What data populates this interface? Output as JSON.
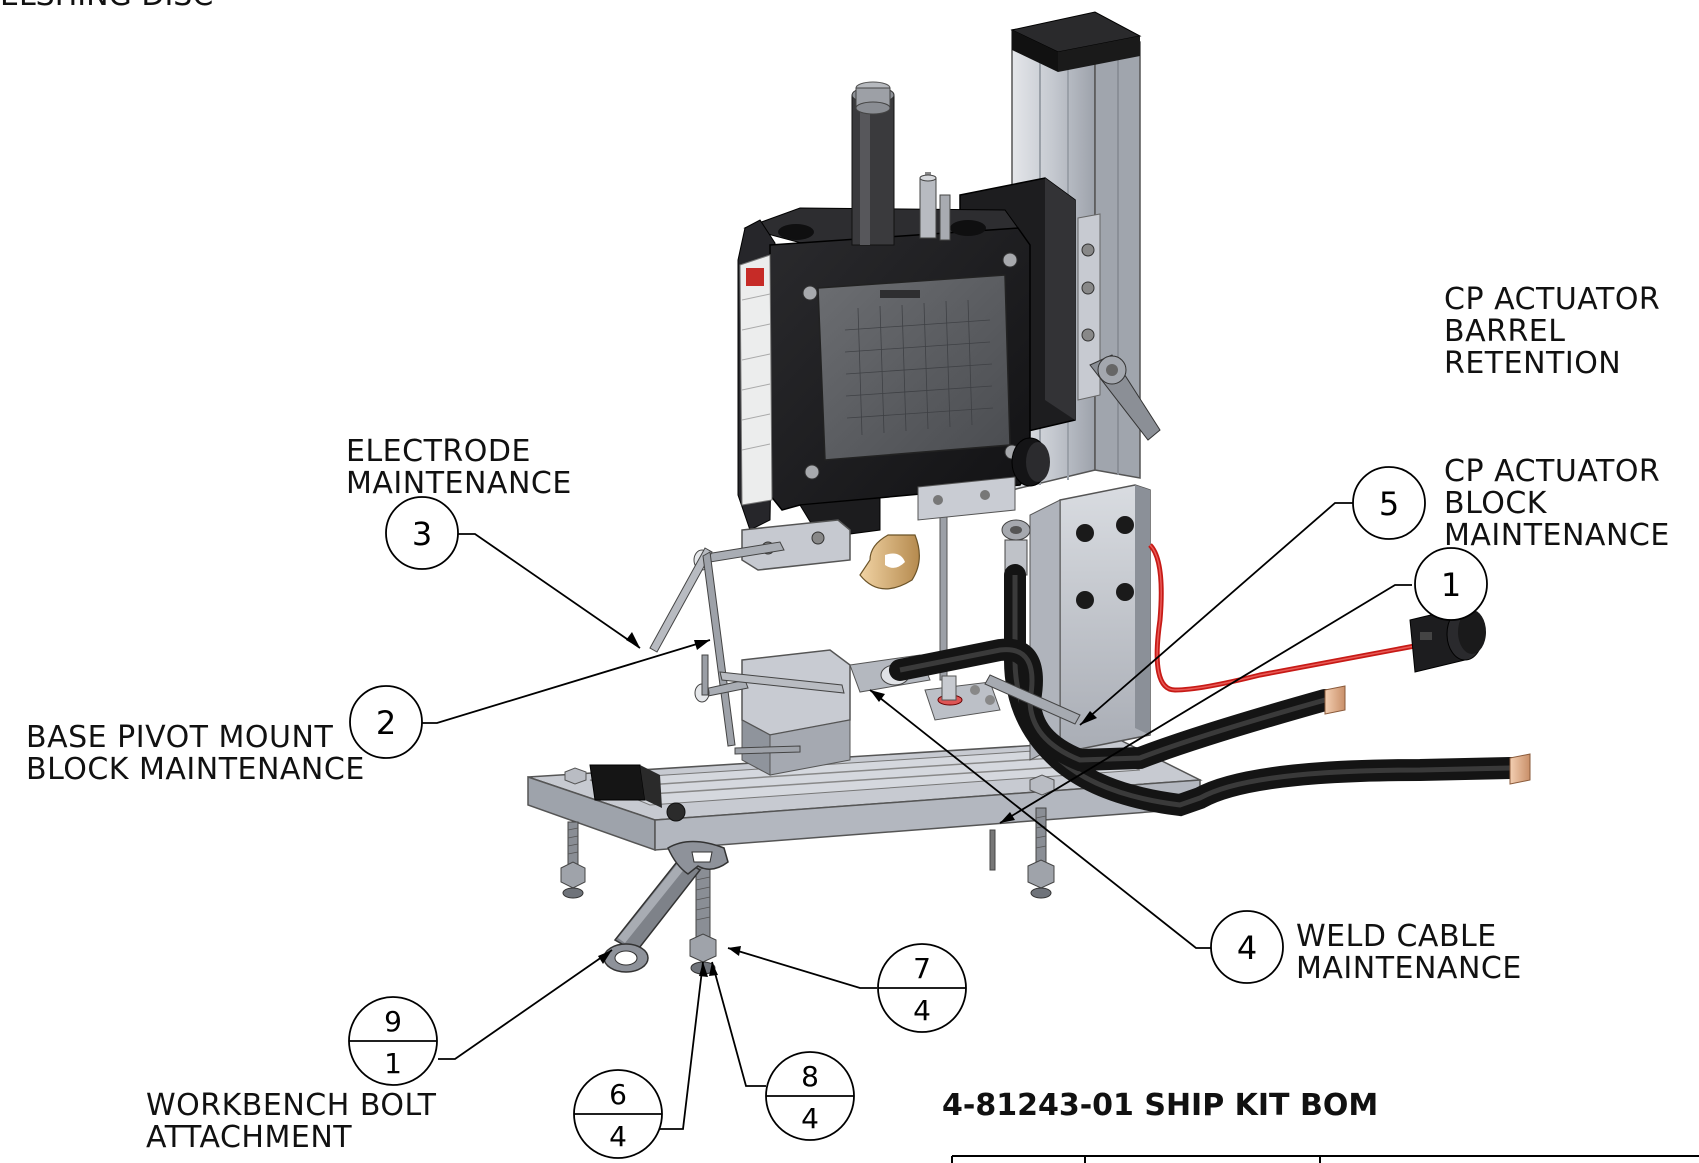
{
  "header_fragment": "ELSHING DISC",
  "labels": {
    "cp_barrel": [
      "CP ACTUATOR",
      "BARREL",
      "RETENTION"
    ],
    "cp_block": [
      "CP ACTUATOR",
      "BLOCK",
      "MAINTENANCE"
    ],
    "electrode": [
      "ELECTRODE",
      "MAINTENANCE"
    ],
    "base_pivot": [
      "BASE PIVOT MOUNT",
      "BLOCK MAINTENANCE"
    ],
    "weld_cable": [
      "WELD CABLE",
      "MAINTENANCE"
    ],
    "workbench": [
      "WORKBENCH BOLT",
      "ATTACHMENT"
    ]
  },
  "balloons": {
    "b1": "1",
    "b2": "2",
    "b3": "3",
    "b4": "4",
    "b5": "5",
    "b6": [
      "6",
      "4"
    ],
    "b7": [
      "7",
      "4"
    ],
    "b8": [
      "8",
      "4"
    ],
    "b9": [
      "9",
      "1"
    ]
  },
  "bom_title": "4-81243-01 SHIP KIT BOM",
  "colors": {
    "aluminum": "#c9ccd3",
    "aluminum_dark": "#8e939c",
    "black_body": "#1d1d1f",
    "red_cable": "#d0201c",
    "copper": "#e2b693",
    "brass": "#d8b27a"
  }
}
